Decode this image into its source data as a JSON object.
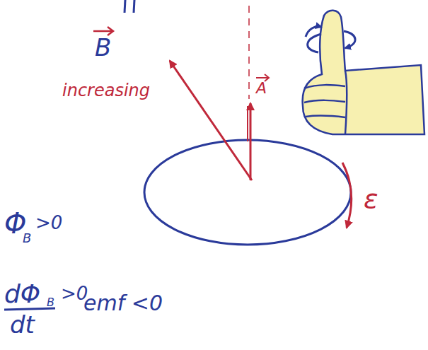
{
  "diagram": {
    "labels": [
      "B",
      "increasing",
      "A",
      "ε",
      "Φ",
      "B",
      ">0",
      "dΦ",
      "B",
      "dt",
      ">0",
      "emf <0"
    ]
  }
}
